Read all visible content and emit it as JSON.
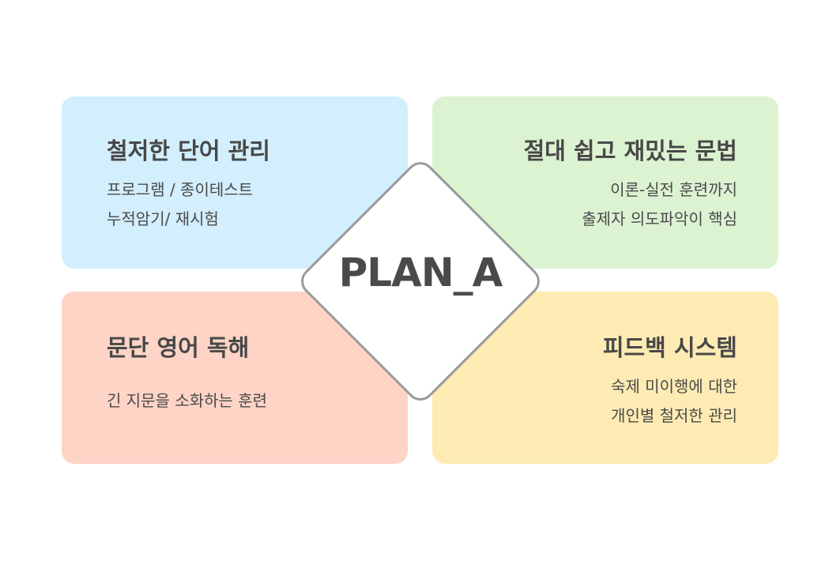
{
  "center_label": "PLAN_A",
  "quadrants": [
    {
      "title": "철저한 단어 관리",
      "lines": [
        "프로그램 / 종이테스트",
        "누적암기/ 재시험"
      ],
      "color": "#d3eefc"
    },
    {
      "title": "절대 쉽고 재밌는 문법",
      "lines": [
        "이론-실전 훈련까지",
        "출제자 의도파악이 핵심"
      ],
      "color": "#dcf3d2"
    },
    {
      "title": "문단 영어 독해",
      "lines": [
        "긴 지문을 소화하는 훈련"
      ],
      "color": "#fdd4c6"
    },
    {
      "title": "피드백 시스템",
      "lines": [
        "숙제 미이행에 대한",
        "개인별 철저한 관리"
      ],
      "color": "#fdebb3"
    }
  ]
}
